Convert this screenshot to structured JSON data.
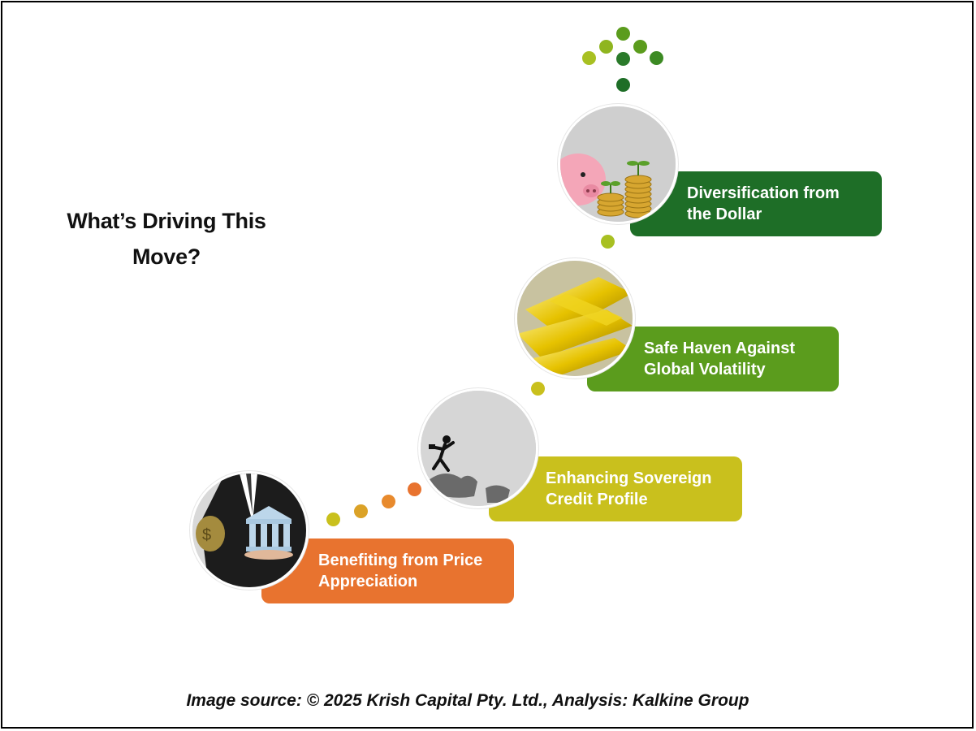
{
  "title": {
    "line1": "What’s Driving This",
    "line2": "Move?"
  },
  "steps": [
    {
      "line1": "Benefiting from Price",
      "line2": "Appreciation",
      "color": "#e8732f",
      "icon": "banker-icon"
    },
    {
      "line1": "Enhancing Sovereign",
      "line2": "Credit Profile",
      "color": "#c9c01d",
      "icon": "climber-icon"
    },
    {
      "line1": "Safe Haven Against",
      "line2": "Global Volatility",
      "color": "#5b9c1d",
      "icon": "gold-bars-icon"
    },
    {
      "line1": "Diversification from",
      "line2": "the Dollar",
      "color": "#1e6e27",
      "icon": "piggy-bank-icon"
    }
  ],
  "caption": "Image source: © 2025 Krish Capital Pty. Ltd., Analysis: Kalkine Group"
}
